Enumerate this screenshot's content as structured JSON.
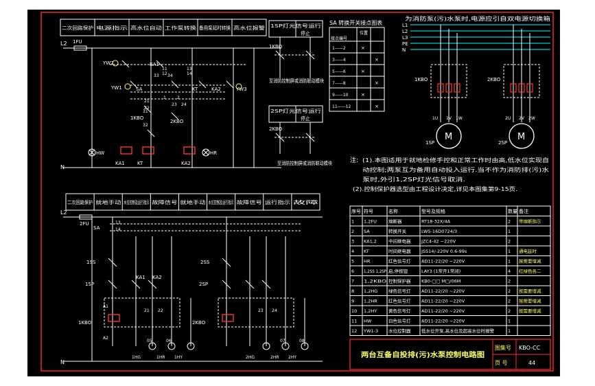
{
  "colors": {
    "background": "#000000",
    "frame": "#ff2b2b",
    "wire": "#ffffff",
    "contact": "#ffffff",
    "label": "#00ffff",
    "text": "#ffffff",
    "title_text": "#ffff66",
    "device": "#ff3333",
    "power_line": "#00ffff",
    "lamp": "#ffffff"
  },
  "top_control": {
    "headers": [
      "二次回路保护",
      "电源指示",
      "高水位自动",
      "工作泵转换",
      "备用泵延时转换",
      "高水位报警"
    ],
    "labels": [
      "L2",
      "1FU",
      "YW2",
      "KA1",
      "YW1",
      "SA",
      "1KBO",
      "2KBO",
      "KT",
      "KA2",
      "YW3",
      "KA1",
      "KT",
      "KA2",
      "HW",
      "HR",
      "N",
      "33",
      "34",
      "21",
      "22",
      "31",
      "32",
      "23",
      "24",
      "11",
      "12",
      "13",
      "14",
      "1",
      "2"
    ]
  },
  "sp1": {
    "headers": [
      "1SP灯光信号运行",
      "停止"
    ],
    "labels": [
      "1KBO",
      "至消防控制屏或消防联动模块"
    ]
  },
  "sp2": {
    "headers": [
      "2SP灯光信号运行",
      "停止"
    ],
    "labels": [
      "2KBO",
      "至消防控制屏或消防联动模块"
    ]
  },
  "sa_table": {
    "title": "SA 转换开关接点图表",
    "header_pos": "位置",
    "header_contact": "接点编号",
    "rows": [
      "1——2",
      "3——4",
      "5——6",
      "7——8",
      "9——10",
      "11——12"
    ]
  },
  "power": {
    "note": "为消防泵(污)水泵时,电源应引自双电源切换箱",
    "lines": [
      "L1",
      "L2",
      "L3",
      "PE",
      "N"
    ],
    "pumps": [
      {
        "breaker": "1KBO",
        "motor": "1U",
        "label": "1SP",
        "terminals": [
          "1V",
          "1W"
        ]
      },
      {
        "breaker": "2KBO",
        "motor": "2U",
        "label": "2SP",
        "terminals": [
          "2V",
          "2W"
        ]
      }
    ],
    "motor_symbol": "M"
  },
  "notes": {
    "prefix": "注:",
    "lines": [
      "(1).本图适用于就地检修手控和正常工作时由高,低水位实现自",
      "动控制;两泵互为备用自动投入运行.当不作为消防排(污)水",
      "泵时,外引1,2SP灯光信号取消.",
      "(2).控制保护器选型由工程设计决定,详见本图集第9-15页."
    ]
  },
  "bottom_control": {
    "headers": [
      "二次回路保护",
      "就地手动",
      "水位控制及运行指示",
      "故障信号",
      "就地手动",
      "水位控制及运行指示",
      "故障信号",
      "运行指示",
      "故障"
    ],
    "labels": [
      "L2",
      "2FU",
      "SA",
      "1SS",
      "1SP",
      "KA1",
      "KA2",
      "1KBO",
      "A1",
      "A2",
      "1HG",
      "1HR",
      "1HY",
      "2SS",
      "2SP",
      "2KBO",
      "2HG",
      "2HR",
      "2HY",
      "N",
      "13",
      "14",
      "21",
      "22",
      "23",
      "24",
      "06",
      "05",
      "07",
      "08"
    ]
  },
  "parts_table": {
    "columns": [
      "序号",
      "符号",
      "名称",
      "型号及规格",
      "数量",
      "备注"
    ],
    "rows": [
      [
        "1",
        "1,2FU",
        "熔断器",
        "RT18-32X/4A",
        "2",
        "带熔断指示"
      ],
      [
        "2",
        "SA",
        "转换开关",
        "LW5-16D0724/3",
        "1",
        ""
      ],
      [
        "3",
        "KA1,2",
        "中间继电器",
        "JZC4-42 ~220V",
        "2",
        ""
      ],
      [
        "4",
        "KT",
        "时间继电器",
        "JSS14/-220V 0.6-99s",
        "1",
        "通电延时"
      ],
      [
        "5",
        "HR",
        "红色信号灯",
        "AD11-22/20 ~220V",
        "1",
        "按需要增减"
      ],
      [
        "6",
        "1,2SS 1,2SP",
        "启,停按钮",
        "LAY3 (1常开1常闭)",
        "4",
        "红绿色各二"
      ],
      [
        "7",
        "1,2KBO",
        "控制保护器",
        "KB0-□□ M□/06M",
        "2",
        ""
      ],
      [
        "8",
        "1,2HG",
        "绿色信号灯",
        "AD11-22/20 ~220V",
        "2",
        "按需要增减"
      ],
      [
        "9",
        "1,2HR",
        "红色信号灯",
        "AD11-22/20 ~220V",
        "2",
        "按需要增减"
      ],
      [
        "10",
        "1,2HY",
        "黄色信号灯",
        "AD11-22/20 ~220V",
        "2",
        "按需要增减"
      ],
      [
        "11",
        "HW",
        "白色信号灯",
        "AD11-22/20 ~220V",
        "1",
        ""
      ],
      [
        "12",
        "YW1-3",
        "水位控制器",
        "低水位开泵,高水位及超高水位时报警",
        "1",
        ""
      ]
    ]
  },
  "title_block": {
    "title": "两台互备自投排(污)水泵控制电路图",
    "atlas_label": "图集号",
    "atlas_no": "KBO-CC",
    "page_label": "页 号",
    "page_no": "44"
  }
}
